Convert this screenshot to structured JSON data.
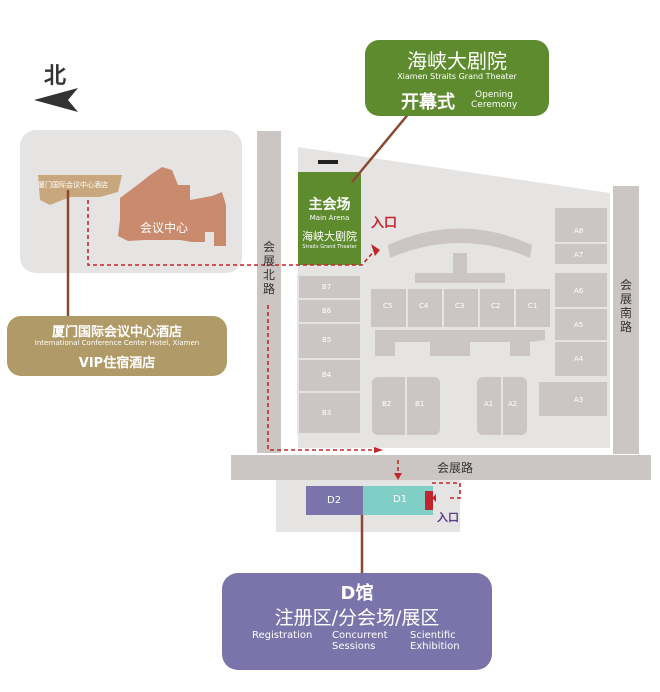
{
  "compass": {
    "north": "北"
  },
  "theater": {
    "name_cn": "海峡大剧院",
    "name_en": "Xiamen Straits Grand Theater",
    "event_cn": "开幕式",
    "event_en": "Opening Ceremony"
  },
  "conference_center": {
    "banner": "厦门国际会议中心酒店",
    "label": "会议中心"
  },
  "hotel": {
    "name_cn": "厦门国际会议中心酒店",
    "name_en": "International Conference Center Hotel, Xiamen",
    "note": "VIP住宿酒店"
  },
  "main_arena": {
    "name_cn": "主会场",
    "name_en": "Main Arena",
    "sub_cn": "海峡大剧院",
    "sub_en": "Straits Grand Theater"
  },
  "entrance": "入口",
  "roads": {
    "north": "会展北路",
    "south": "会展南路",
    "main": "会展路"
  },
  "halls_b": [
    "B7",
    "B6",
    "B5",
    "B4",
    "B3"
  ],
  "halls_c": [
    "C5",
    "C4",
    "C3",
    "C2",
    "C1"
  ],
  "halls_b12": [
    "B2",
    "B1"
  ],
  "halls_a12": [
    "A1",
    "A2"
  ],
  "halls_a": [
    "A8",
    "A7",
    "A6",
    "A5",
    "A4",
    "A3"
  ],
  "hall_d": [
    "D2",
    "D1"
  ],
  "d_hall": {
    "title": "D馆",
    "line": "注册区/分会场/展区",
    "labels": [
      {
        "cn": "注册区",
        "en": "Registration"
      },
      {
        "cn": "分会场",
        "en": "Concurrent Sessions"
      },
      {
        "cn": "展区",
        "en": "Scientific Exhibition"
      }
    ]
  },
  "colors": {
    "green": "#5d8b2e",
    "gold": "#b09a68",
    "purple": "#7a74aa",
    "terracotta": "#c98a6e",
    "teal": "#7fcfc6",
    "gray": "#cbc6c4",
    "light": "#e6e4e3",
    "red": "#c0262c"
  }
}
